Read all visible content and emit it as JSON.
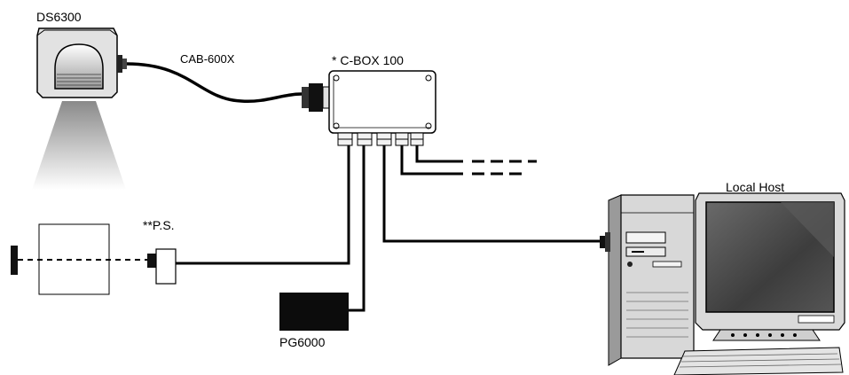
{
  "labels": {
    "scanner": "DS6300",
    "cable": "CAB-600X",
    "cbox": "* C-BOX 100",
    "sensor": "**P.S.",
    "power_supply": "PG6000",
    "host": "Local Host"
  },
  "colors": {
    "ink": "#000000",
    "body_gray": "#d6d6d6",
    "screen_dark": "#4a4a4a"
  }
}
